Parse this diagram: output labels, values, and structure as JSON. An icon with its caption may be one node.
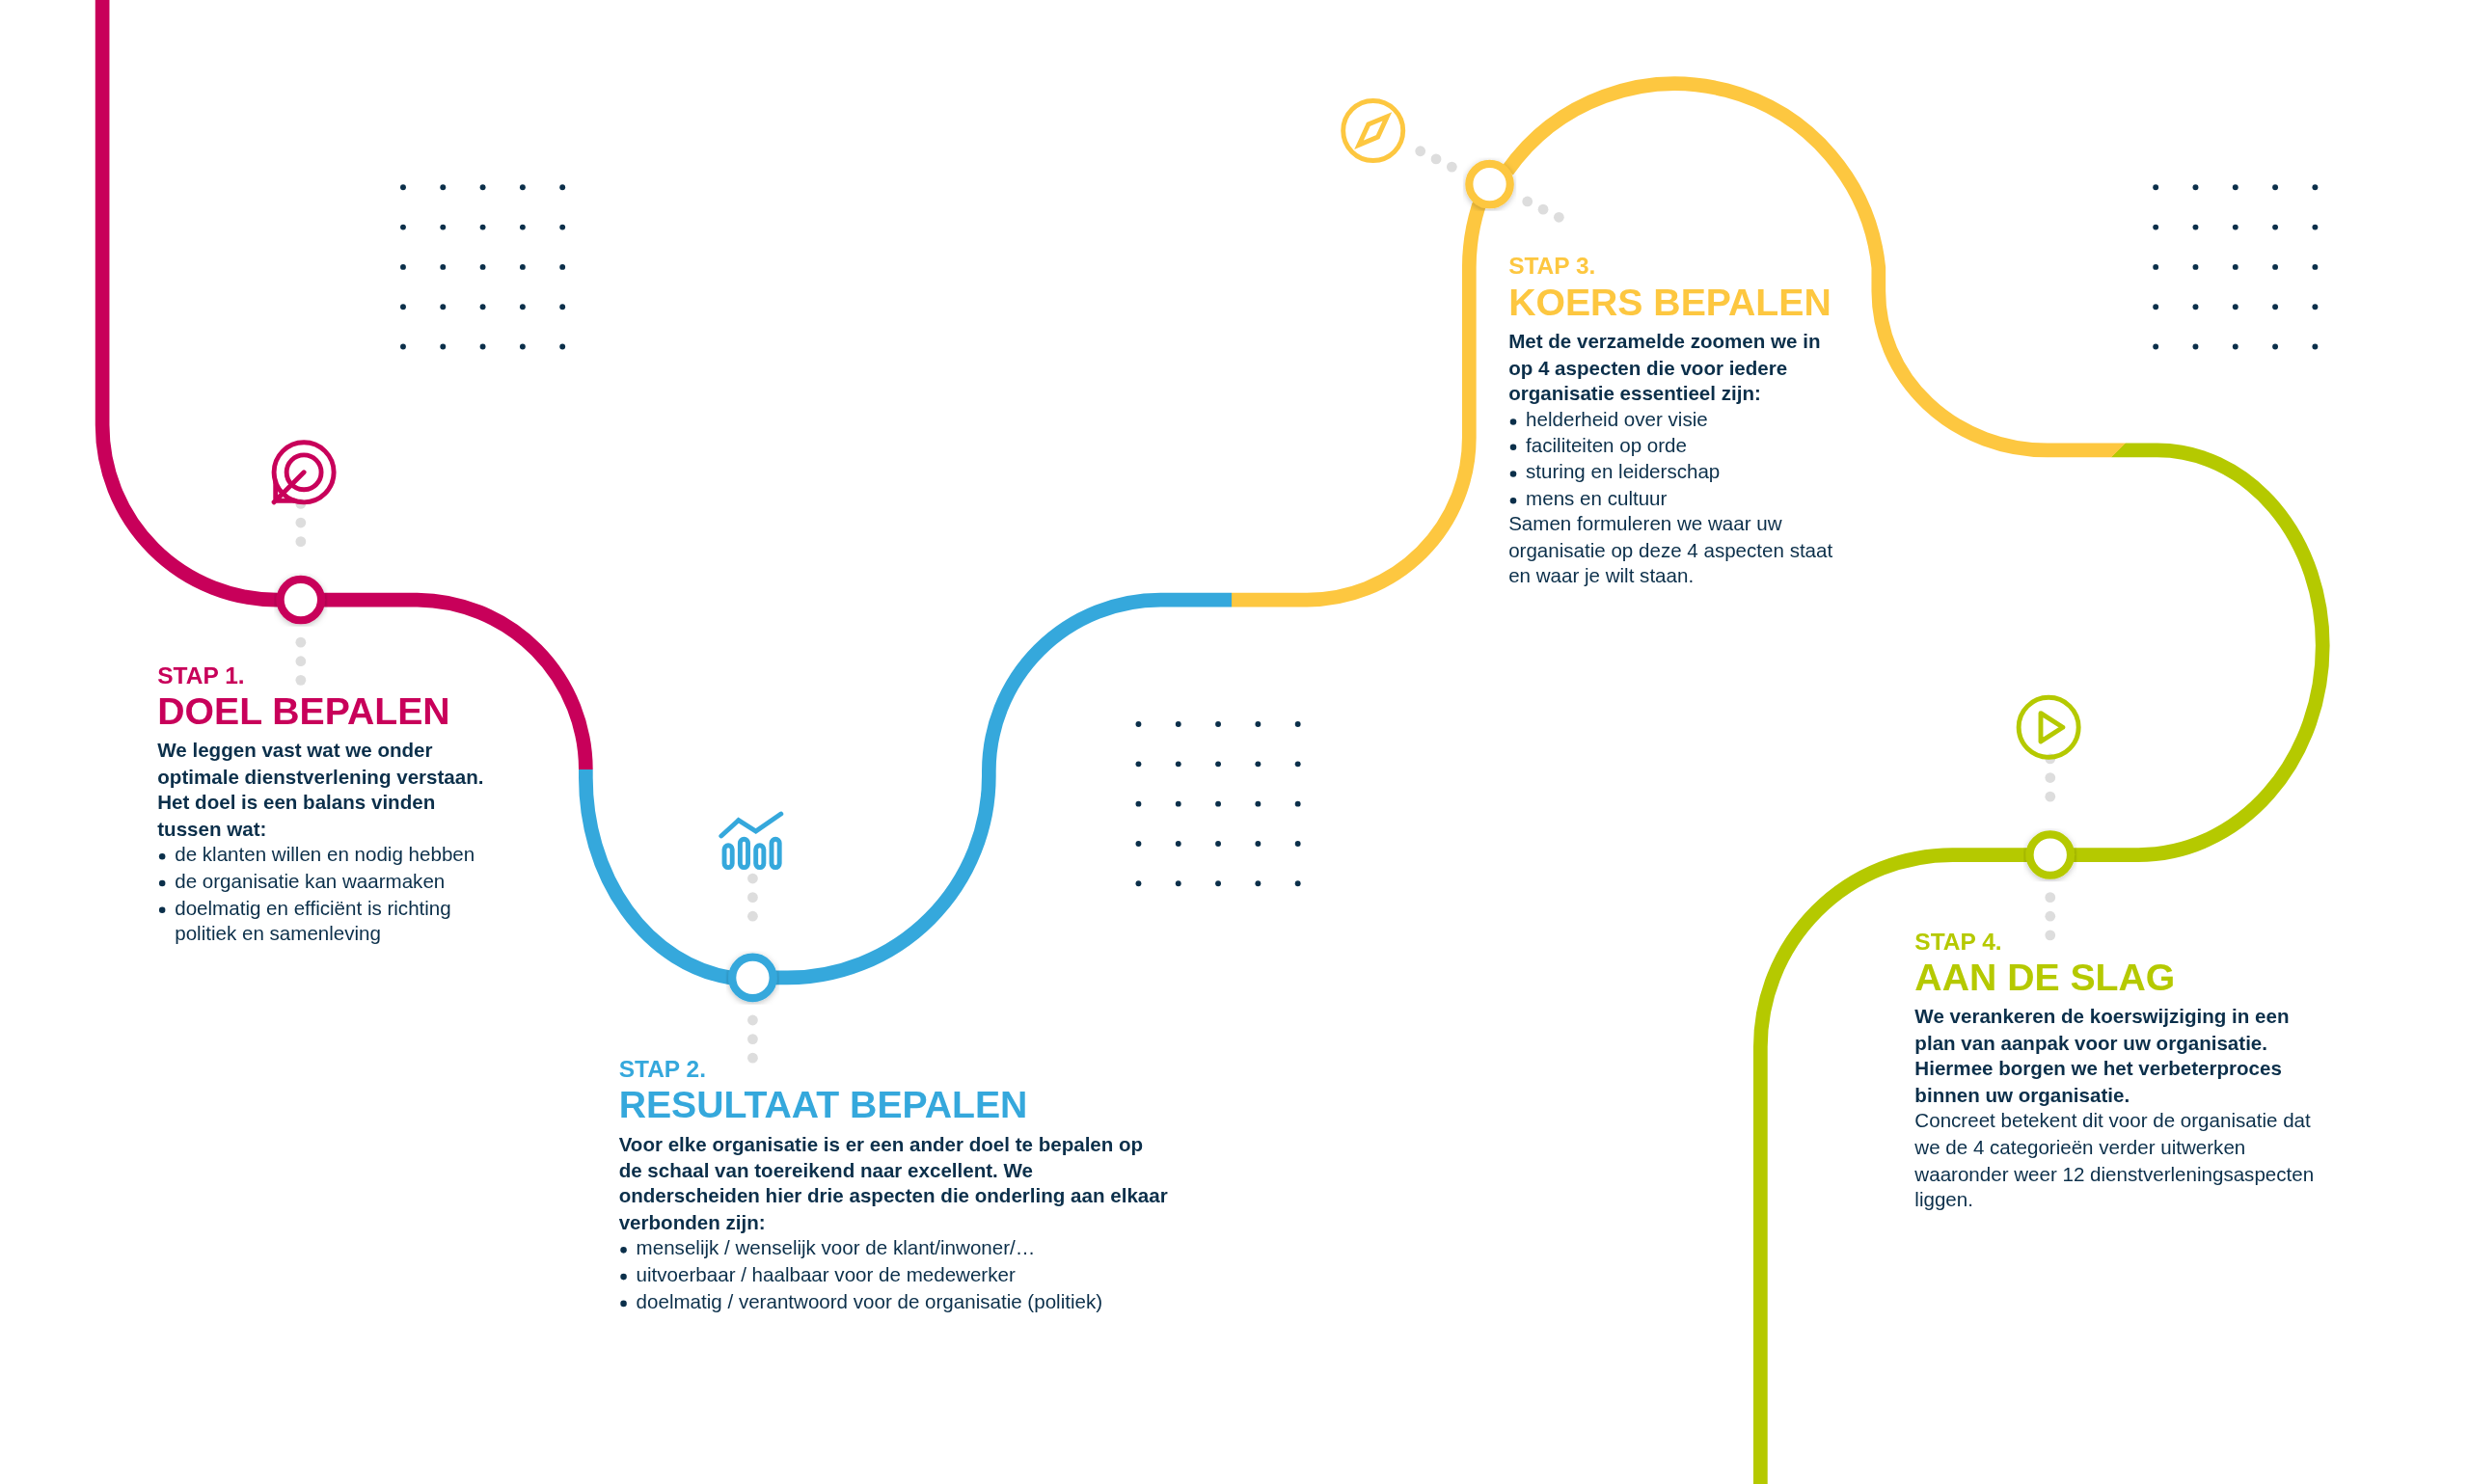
{
  "diagram": {
    "nodes": [
      {
        "text": [],
        "shape": "circle",
        "beside": [
          "STAP 1.",
          "DOEL BEPALEN",
          "We leggen vast wat we onder optimale dienstverlening verstaan. Het doel is een balans vinden tussen wat:",
          "de klanten willen en nodig hebben",
          "de organisatie kan waarmaken",
          "doelmatig en efficiënt is richting politiek en samenleving"
        ]
      },
      {
        "text": [],
        "shape": "circle",
        "beside": [
          "STAP 2.",
          "RESULTAAT BEPALEN",
          "Voor elke organisatie is er een ander doel te bepalen op de schaal van toereikend naar excellent. We onderscheiden hier drie aspecten die onderling aan elkaar verbonden zijn:",
          "menselijk / wenselijk voor de klant/inwoner/…",
          "uitvoerbaar / haalbaar voor de medewerker",
          "doelmatig / verantwoord voor de organisatie (politiek)"
        ]
      },
      {
        "text": [],
        "shape": "circle",
        "beside": [
          "STAP 3.",
          "KOERS BEPALEN",
          "Met de verzamelde zoomen we in op 4 aspecten die voor iedere organisatie essentieel zijn:",
          "helderheid over visie",
          "faciliteiten op orde",
          "sturing en leiderschap",
          "mens en cultuur",
          "Samen formuleren we waar uw organisatie op deze 4 aspecten staat en waar je wilt staan."
        ]
      },
      {
        "text": [],
        "shape": "circle",
        "beside": [
          "STAP 4.",
          "AAN DE SLAG",
          "We verankeren de koerswijziging in een plan van aanpak voor uw organisatie. Hiermee borgen we het verbeterproces binnen uw organisatie.",
          "Concreet betekent dit voor de organisatie dat we de 4 categorieën verder uitwerken waaronder weer 12 dienstverleningsaspecten liggen."
        ]
      }
    ],
    "edges": [
      {
        "from": null,
        "to": 0,
        "arrow": "none",
        "color": "#c8005a"
      },
      {
        "from": 0,
        "to": 1,
        "arrow": "none",
        "color": "#35a8dc"
      },
      {
        "from": 1,
        "to": 2,
        "arrow": "none",
        "color": "#fdc740"
      },
      {
        "from": 2,
        "to": 3,
        "arrow": "none",
        "color": "#b5c900"
      },
      {
        "from": 3,
        "to": null,
        "arrow": "none",
        "color": "#b5c900"
      }
    ]
  }
}
